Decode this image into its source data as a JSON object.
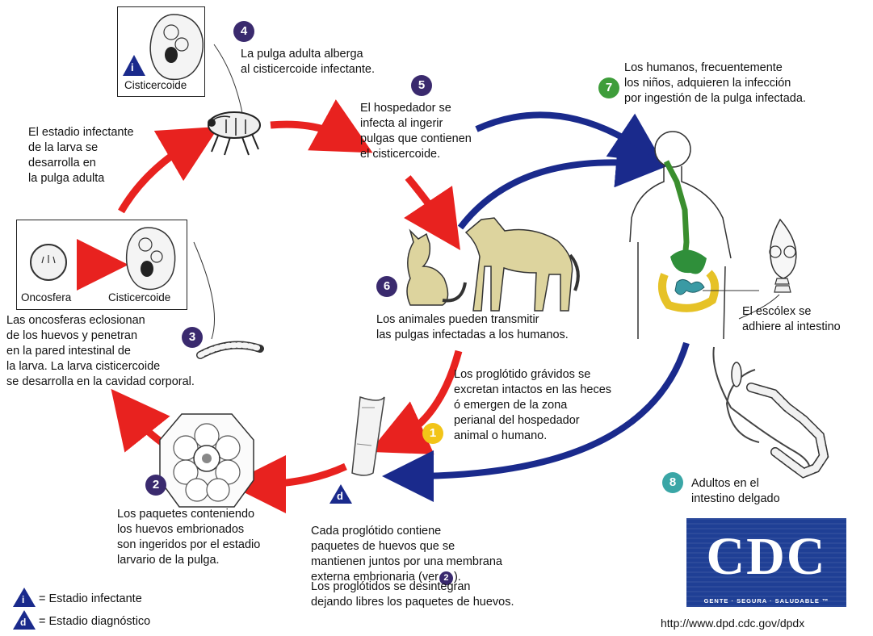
{
  "steps": {
    "s1": {
      "num": "1",
      "text": "Los proglótido grávidos se\nexcretan intactos en las heces\nó emergen de la zona\nperianal del hospedador\nanimal o humano."
    },
    "s2": {
      "num": "2",
      "text": "Los paquetes conteniendo\nlos huevos embrionados\nson ingeridos por el estadio\nlarvario de la pulga."
    },
    "s3": {
      "num": "3",
      "text": "Las oncosferas eclosionan\nde los huevos y penetran\nen la pared intestinal de\nla larva.  La larva cisticercoide\nse desarrolla en la cavidad corporal."
    },
    "s4": {
      "num": "4",
      "text": "La pulga adulta alberga\nal cisticercoide infectante."
    },
    "s5": {
      "num": "5",
      "text": "El hospedador se\ninfecta al ingerir\npulgas que contienen\nel cisticercoide."
    },
    "s6": {
      "num": "6",
      "text": "Los animales pueden transmitir\nlas pulgas infectadas a los humanos."
    },
    "s7": {
      "num": "7",
      "text": "Los humanos, frecuentemente\nlos niños, adquieren la infección\npor ingestión de la pulga infectada."
    },
    "s8": {
      "num": "8",
      "text": "Adultos en el\nintestino delgado"
    }
  },
  "labels": {
    "larva_flea": "El estadio infectante\nde la larva se\ndesarrolla en\nla pulga adulta",
    "proglottid": "Cada proglótido contiene\npaquetes de huevos que se\nmantienen juntos por una membrana\nexterna embrionaria (ver",
    "proglottid_ref": "2",
    "proglottid_end": ").",
    "proglottid_2": "Los proglótidos se desintegran\ndejando libres los paquetes de huevos.",
    "scolex": "El escólex se\nadhiere al intestino",
    "oncosphere": "Oncosfera",
    "cysticercoid_box": "Cisticercoide",
    "cysticercoid_top": "Cisticercoide"
  },
  "legend": {
    "infective_letter": "i",
    "infective": "= Estadio infectante",
    "diagnostic_letter": "d",
    "diagnostic": "= Estadio diagnóstico"
  },
  "stage_markers": {
    "top_letter": "i",
    "proglottid_letter": "d"
  },
  "cdc": {
    "letters": "CDC",
    "tagline": "GENTE · SEGURA · SALUDABLE ™",
    "url": "http://www.dpd.cdc.gov/dpdx"
  },
  "colors": {
    "red_arrow": "#e8221f",
    "blue_arrow": "#1a2a8c",
    "badge_purple": "#3a2a6e",
    "badge_green": "#3e9d3a",
    "badge_yellow": "#f2c418",
    "badge_teal": "#3aa6a6",
    "cdc_blue": "#1f3f95",
    "animal_tan": "#ddd49e"
  }
}
